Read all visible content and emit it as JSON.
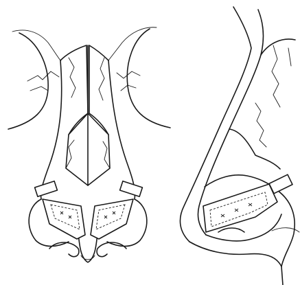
{
  "figure": {
    "panels": [
      {
        "id": "frontal",
        "view": "frontal"
      },
      {
        "id": "lateral",
        "view": "lateral"
      }
    ],
    "colors": {
      "ink": "#1a1a1a",
      "background": "#ffffff"
    }
  }
}
